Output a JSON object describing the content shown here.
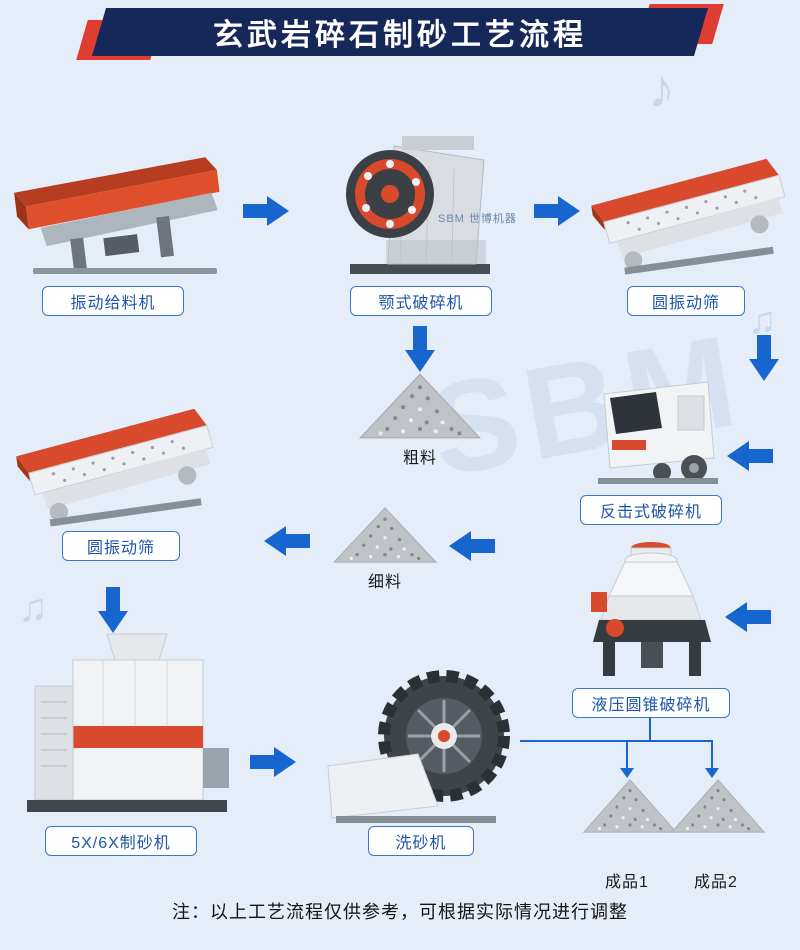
{
  "title": "玄武岩碎石制砂工艺流程",
  "note": "注：以上工艺流程仅供参考，可根据实际情况进行调整",
  "watermark": {
    "brand": "SBM",
    "brand_cn": "世博机器"
  },
  "decor": {
    "note1": "♪",
    "note2": "♫"
  },
  "labels": {
    "feeder": "振动给料机",
    "jaw_crusher": "颚式破碎机",
    "vibrating_screen_top": "圆振动筛",
    "impact_crusher": "反击式破碎机",
    "coarse_material": "粗料",
    "fine_material": "细料",
    "vibrating_screen_mid": "圆振动筛",
    "cone_crusher": "液压圆锥破碎机",
    "sand_maker": "5X/6X制砂机",
    "sand_washer": "洗砂机",
    "product1": "成品1",
    "product2": "成品2"
  },
  "colors": {
    "banner_navy": "#16275a",
    "accent_red": "#e03c31",
    "arrow_blue": "#1766cf",
    "label_border": "#3a77c9",
    "label_text": "#1d55a8",
    "machine_orange": "#d84a2b",
    "background": "#e4edf8"
  }
}
